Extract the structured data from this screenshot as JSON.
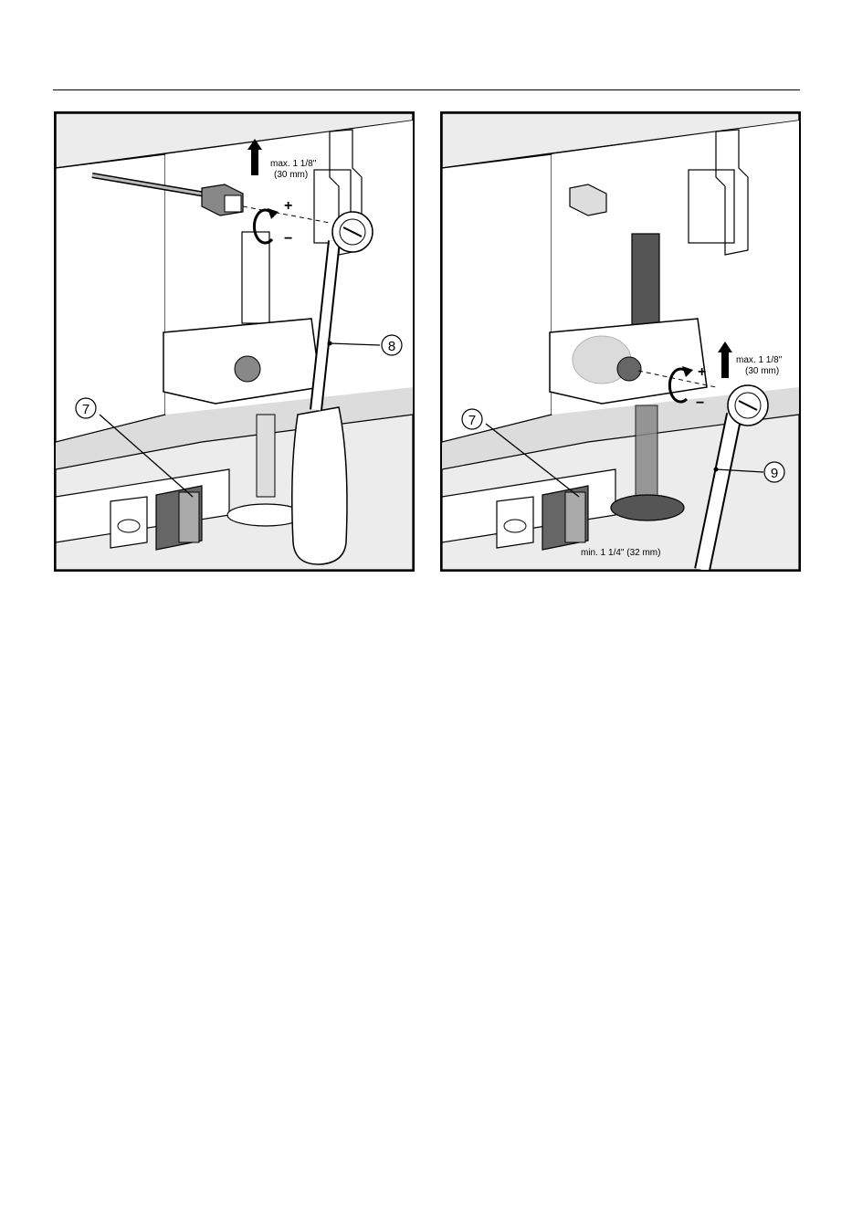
{
  "page": {
    "header_rule": true
  },
  "figures": [
    {
      "id": "left",
      "callout_max": {
        "line1": "max. 1 1/8\"",
        "line2": "(30 mm)"
      },
      "sign_plus": "+",
      "sign_minus": "−",
      "callouts": [
        {
          "num": "7",
          "refers_to": "leveling foot support"
        },
        {
          "num": "8",
          "refers_to": "socket wrench with handle"
        }
      ]
    },
    {
      "id": "right",
      "callout_max": {
        "line1": "max. 1 1/8\"",
        "line2": "(30 mm)"
      },
      "callout_min": "min. 1 1/4\" (32 mm)",
      "sign_plus": "+",
      "sign_minus": "−",
      "callouts": [
        {
          "num": "7",
          "refers_to": "leveling foot support"
        },
        {
          "num": "9",
          "refers_to": "open-end / ring wrench"
        }
      ]
    }
  ],
  "icons": {
    "up_arrow": "up-arrow-icon",
    "rotate": "rotate-icon"
  }
}
